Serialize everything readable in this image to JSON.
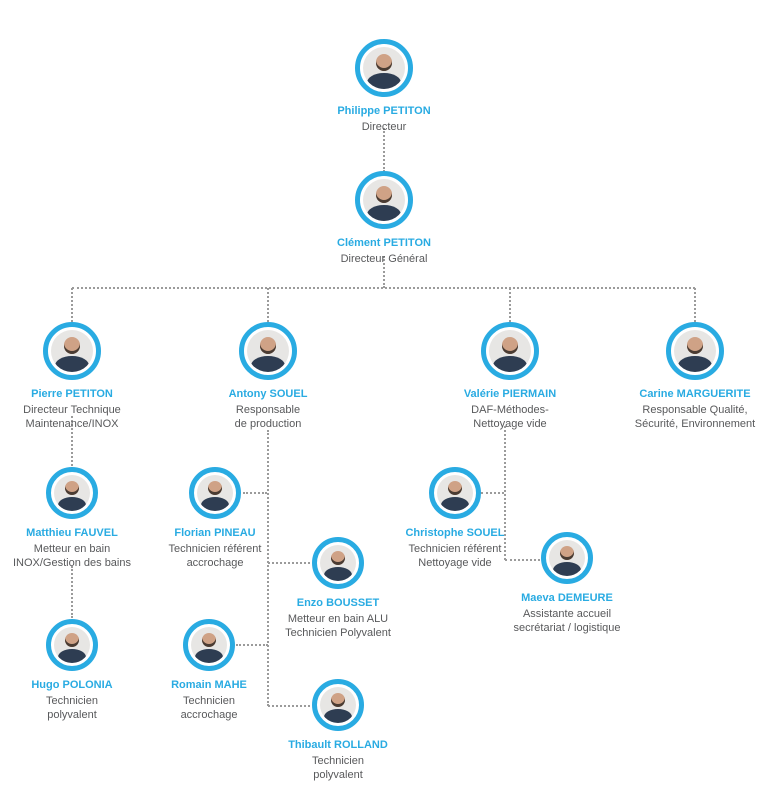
{
  "page": {
    "kind": "organization-chart",
    "background": "#ffffff"
  },
  "colors": {
    "accent_blue": "#29abe2",
    "title_gray": "#58595b",
    "connector_gray": "#9b9b9b"
  },
  "org_chart": {
    "people": [
      {
        "id": "philippe-petiton",
        "name": "Philippe PETITON",
        "title": [
          "Directeur",
          ""
        ],
        "reports_to": null
      },
      {
        "id": "clement-petiton",
        "name": "Clément PETITON",
        "title": [
          "Directeur Général",
          ""
        ],
        "reports_to": "Philippe PETITON"
      },
      {
        "id": "pierre-petiton",
        "name": "Pierre PETITON",
        "title": [
          "Directeur Technique",
          "Maintenance/INOX"
        ],
        "reports_to": "Clément PETITON"
      },
      {
        "id": "antony-souel",
        "name": "Antony SOUEL",
        "title": [
          "Responsable",
          "de production"
        ],
        "reports_to": "Clément PETITON"
      },
      {
        "id": "valerie-piermain",
        "name": "Valérie PIERMAIN",
        "title": [
          "DAF-Méthodes-",
          "Nettoyage vide"
        ],
        "reports_to": "Clément PETITON"
      },
      {
        "id": "carine-marguerite",
        "name": "Carine MARGUERITE",
        "title": [
          "Responsable Qualité,",
          "Sécurité, Environnement"
        ],
        "reports_to": "Clément PETITON"
      },
      {
        "id": "matthieu-fauvel",
        "name": "Matthieu FAUVEL",
        "title": [
          "Metteur en bain",
          "INOX/Gestion des bains"
        ],
        "reports_to": "Pierre PETITON"
      },
      {
        "id": "florian-pineau",
        "name": "Florian PINEAU",
        "title": [
          "Technicien référent",
          "accrochage"
        ],
        "reports_to": "Antony SOUEL"
      },
      {
        "id": "christophe-souel",
        "name": "Christophe SOUEL",
        "title": [
          "Technicien référent",
          "Nettoyage vide"
        ],
        "reports_to": "Valérie PIERMAIN"
      },
      {
        "id": "enzo-bousset",
        "name": "Enzo BOUSSET",
        "title": [
          "Metteur en bain ALU",
          "Technicien Polyvalent"
        ],
        "reports_to": "Antony SOUEL"
      },
      {
        "id": "maeva-demeure",
        "name": "Maeva DEMEURE",
        "title": [
          "Assistante accueil",
          "secrétariat / logistique"
        ],
        "reports_to": "Valérie PIERMAIN"
      },
      {
        "id": "hugo-polonia",
        "name": "Hugo POLONIA",
        "title": [
          "Technicien",
          "polyvalent"
        ],
        "reports_to": "Matthieu FAUVEL"
      },
      {
        "id": "romain-mahe",
        "name": "Romain MAHE",
        "title": [
          "Technicien",
          "accrochage"
        ],
        "reports_to": "Antony SOUEL"
      },
      {
        "id": "thibault-rolland",
        "name": "Thibault ROLLAND",
        "title": [
          "Technicien",
          "polyvalent"
        ],
        "reports_to": "Antony SOUEL"
      }
    ]
  }
}
